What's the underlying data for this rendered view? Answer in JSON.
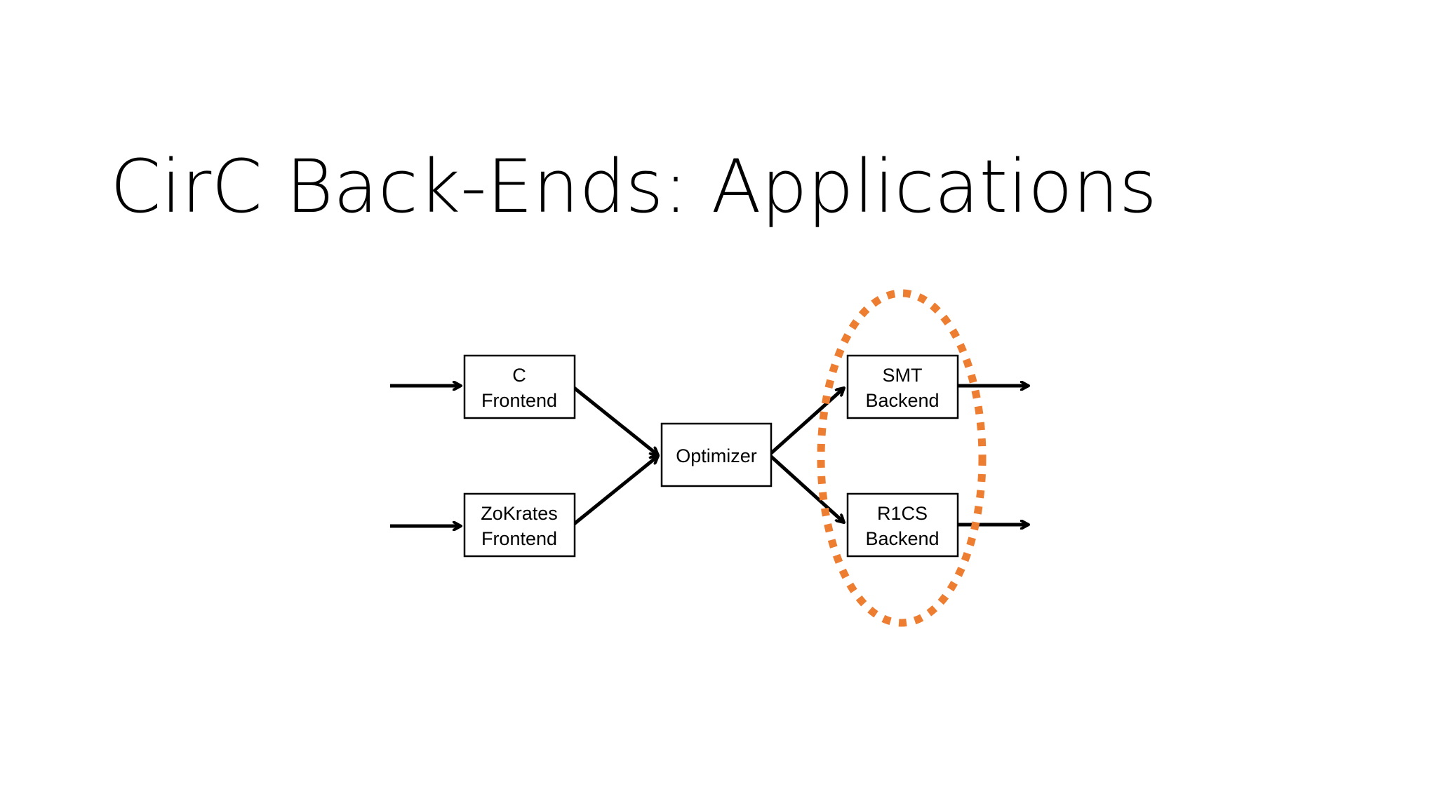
{
  "slide": {
    "title": "CirC Back-Ends: Applications"
  },
  "diagram": {
    "nodes": {
      "c_frontend": {
        "line1": "C",
        "line2": "Frontend"
      },
      "zokrates_frontend": {
        "line1": "ZoKrates",
        "line2": "Frontend"
      },
      "optimizer": {
        "label": "Optimizer"
      },
      "smt_backend": {
        "line1": "SMT",
        "line2": "Backend"
      },
      "r1cs_backend": {
        "line1": "R1CS",
        "line2": "Backend"
      }
    },
    "highlight_color": "#ED7D31",
    "line_color": "#000000"
  }
}
